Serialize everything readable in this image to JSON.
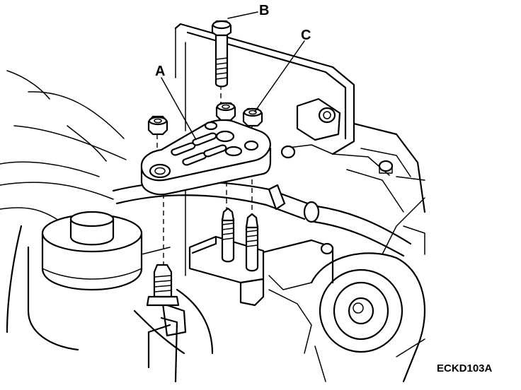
{
  "callouts": {
    "a": "A",
    "b": "B",
    "c": "C"
  },
  "figure_code": "ECKD103A",
  "colors": {
    "line": "#000000",
    "background": "#ffffff"
  }
}
